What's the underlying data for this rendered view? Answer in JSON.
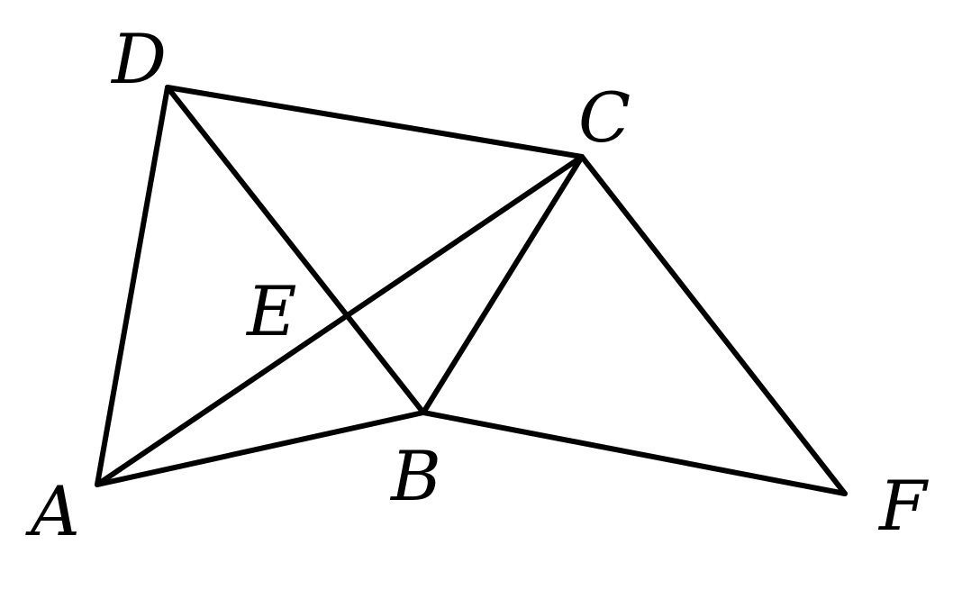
{
  "points": [
    {
      "id": "A",
      "label": "A"
    },
    {
      "id": "B",
      "label": "B"
    },
    {
      "id": "C",
      "label": "C"
    },
    {
      "id": "D",
      "label": "D"
    },
    {
      "id": "E",
      "label": "E"
    },
    {
      "id": "F",
      "label": "F"
    }
  ],
  "segments": [
    [
      "D",
      "A"
    ],
    [
      "A",
      "B"
    ],
    [
      "A",
      "C"
    ],
    [
      "D",
      "C"
    ],
    [
      "D",
      "B"
    ],
    [
      "B",
      "C"
    ],
    [
      "C",
      "F"
    ],
    [
      "B",
      "F"
    ]
  ],
  "colors": {
    "line": "#000000",
    "background": "#ffffff"
  }
}
